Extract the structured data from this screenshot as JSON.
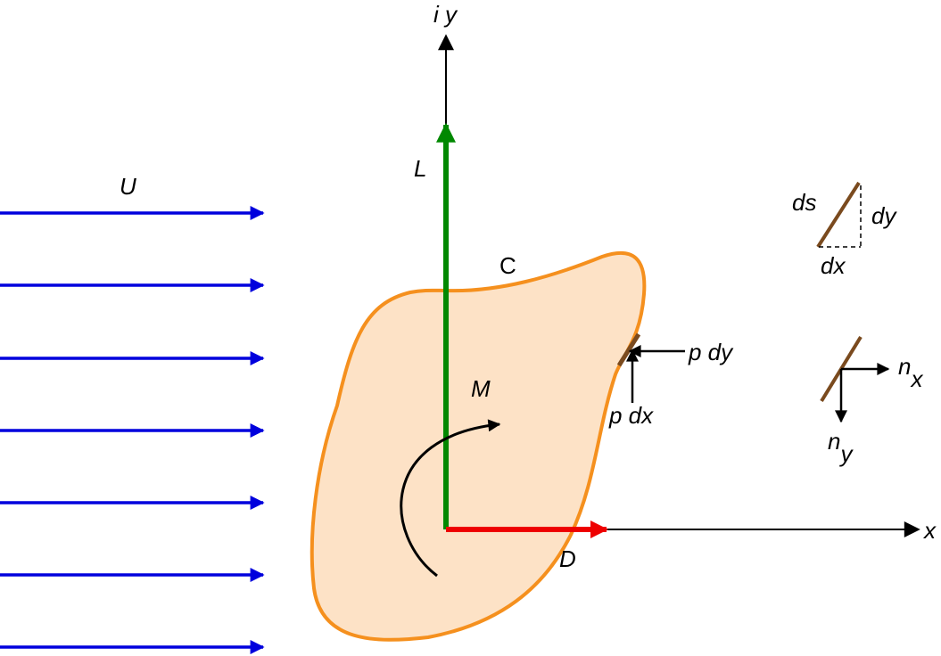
{
  "labels": {
    "y_axis": "i y",
    "x_axis": "x",
    "lift": "L",
    "drag": "D",
    "moment": "M",
    "freestream": "U",
    "contour": "C",
    "ds": "ds",
    "dy": "dy",
    "dx": "dx",
    "p_dy": "p dy",
    "p_dx": "p dx",
    "n": "n",
    "n_x_sub": "x",
    "n_y_sub": "y"
  },
  "colors": {
    "freestream_arrows": "#0000dd",
    "lift": "#008800",
    "drag": "#ee0000",
    "body_fill": "#fde2c6",
    "body_stroke": "#f5901e",
    "segment": "#7a4a1e",
    "axes": "#000000"
  }
}
